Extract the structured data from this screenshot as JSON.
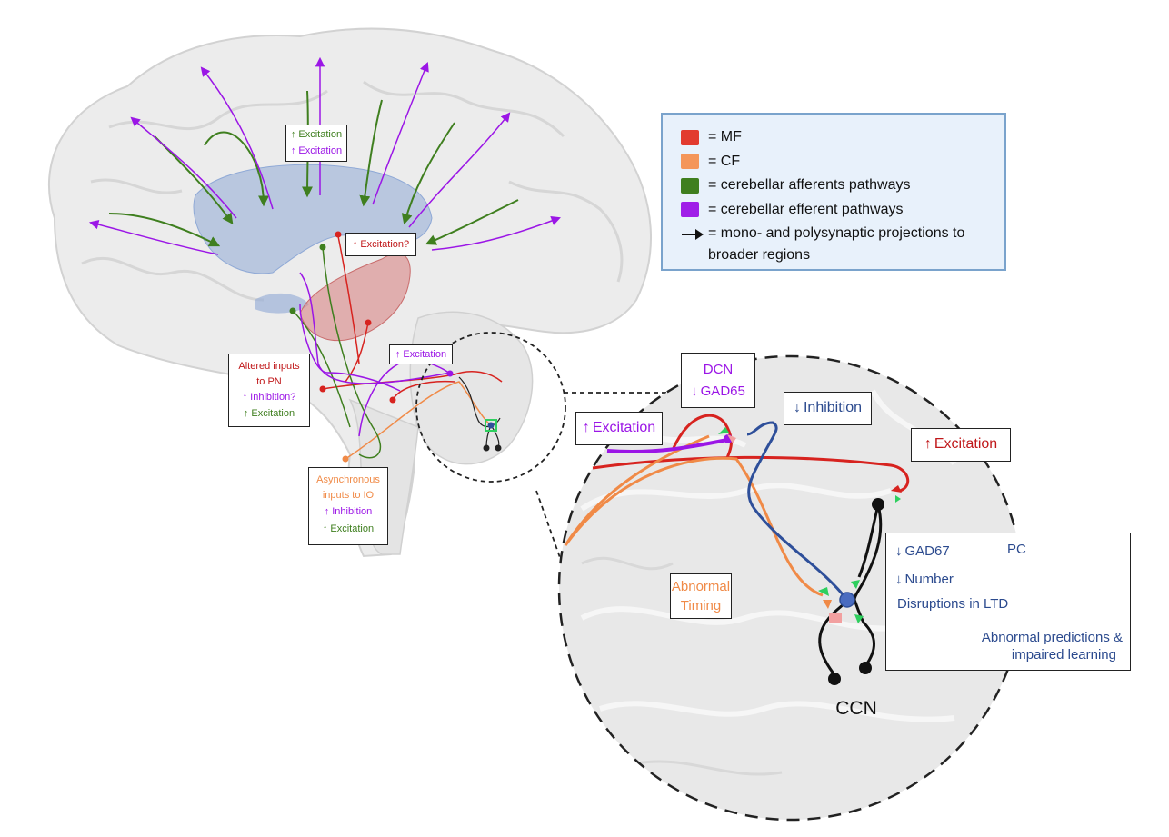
{
  "legend": {
    "items": [
      {
        "label": "= MF",
        "color": "#e23b2f"
      },
      {
        "label": "= CF",
        "color": "#f4965a"
      },
      {
        "label": "= cerebellar afferents pathways",
        "color": "#3f7f1f"
      },
      {
        "label": "= cerebellar efferent pathways",
        "color": "#a01ee8"
      }
    ],
    "arrow_label_line1": "= mono- and polysynaptic projections to",
    "arrow_label_line2": "broader regions"
  },
  "colors": {
    "mf": "#d7231f",
    "cf": "#f08a47",
    "afferent": "#3f7f1f",
    "efferent": "#9b16e6",
    "pc_blue": "#2e4f9a",
    "text_blue": "#2b4a8e",
    "synapse_green": "#2ecf5e",
    "brain_fill": "#ececec",
    "brain_stroke": "#d2d2d2",
    "ventricle": "#8fa9d6",
    "thalamus": "#d98585"
  },
  "labels": {
    "cortex_box": {
      "line1": "Excitation",
      "line2": "Excitation"
    },
    "thalamus_box": "Excitation?",
    "midbrain_box": "Excitation",
    "pn_box": {
      "line1": "Altered inputs",
      "line2": "to PN",
      "line3": "Inhibition?",
      "line4": "Excitation"
    },
    "io_box": {
      "line1": "Asynchronous",
      "line2": "inputs to IO",
      "line3": "Inhibition",
      "line4": "Excitation"
    },
    "dcn_box": {
      "line1": "DCN",
      "line2": "GAD65"
    },
    "inhibition_box": "Inhibition",
    "excitation_left_box": "Excitation",
    "excitation_right_box": "Excitation",
    "timing_box": {
      "line1": "Abnormal",
      "line2": "Timing"
    },
    "pc_box": {
      "title": "PC",
      "line1": "GAD67",
      "line2": "Number",
      "line3": "Disruptions in LTD",
      "line4": "Abnormal predictions &",
      "line5": "impaired learning"
    },
    "ccn": "CCN"
  }
}
